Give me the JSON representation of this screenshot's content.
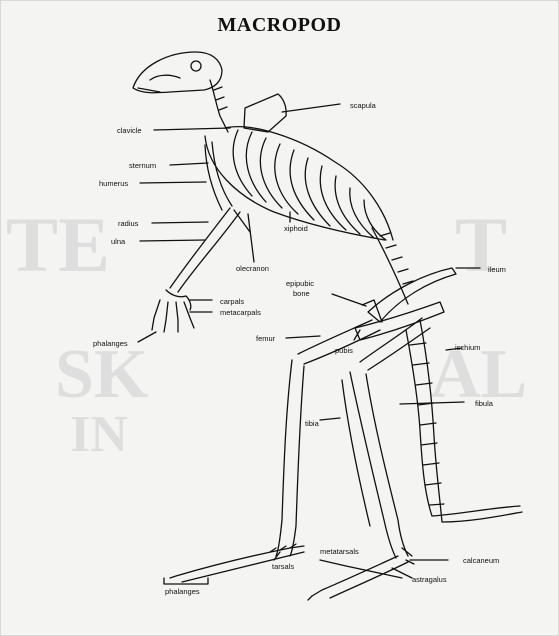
{
  "title": "MACROPOD",
  "labels": {
    "scapula": "scapula",
    "clavicle": "clavicle",
    "sternum": "sternum",
    "humerus": "humerus",
    "radius": "radius",
    "ulna": "ulna",
    "xiphoid": "xiphoid",
    "olecranon": "olecranon",
    "epipubic_bone_1": "epipubic",
    "epipubic_bone_2": "bone",
    "ileum": "ileum",
    "carpals": "carpals",
    "metacarpals": "metacarpals",
    "phalanges_front": "phalanges",
    "femur": "femur",
    "pubis": "pubis",
    "ischium": "ischium",
    "fibula": "fibula",
    "tibia": "tibia",
    "metatarsals": "metatarsals",
    "calcaneum": "calcaneum",
    "tarsals": "tarsals",
    "astragalus": "astragalus",
    "phalanges_hind": "phalanges"
  },
  "colors": {
    "ink": "#111111",
    "paper": "#f4f4f2",
    "ghost": "#dedede"
  }
}
